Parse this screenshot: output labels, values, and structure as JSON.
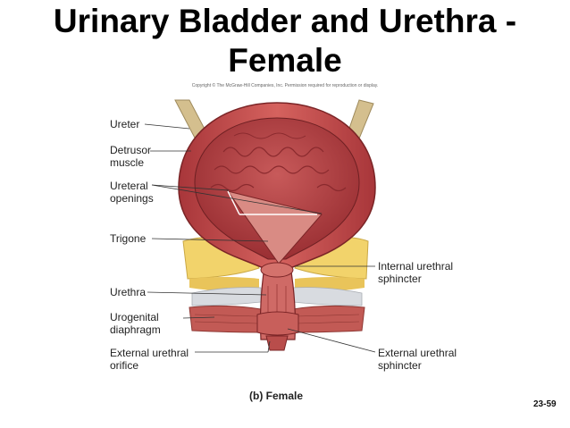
{
  "slide": {
    "title_line1": "Urinary Bladder and Urethra -",
    "title_line2": "Female",
    "copyright": "Copyright © The McGraw-Hill Companies, Inc. Permission required for reproduction or display.",
    "caption": "(b) Female",
    "page_number": "23-59"
  },
  "labels": {
    "ureter": "Ureter",
    "detrusor": "Detrusor\nmuscle",
    "ureteral_openings": "Ureteral\nopenings",
    "trigone": "Trigone",
    "urethra": "Urethra",
    "urogenital": "Urogenital\ndiaphragm",
    "external_orifice": "External urethral\norifice",
    "internal_sphincter": "Internal urethral\nsphincter",
    "external_sphincter": "External urethral\nsphincter"
  },
  "colors": {
    "bladder_wall": "#c0474a",
    "bladder_inner": "#b53c3e",
    "fat": "#f2d36b",
    "tendon": "#d9c08a",
    "muscle": "#c25a55",
    "ureter": "#d4bf8e"
  }
}
